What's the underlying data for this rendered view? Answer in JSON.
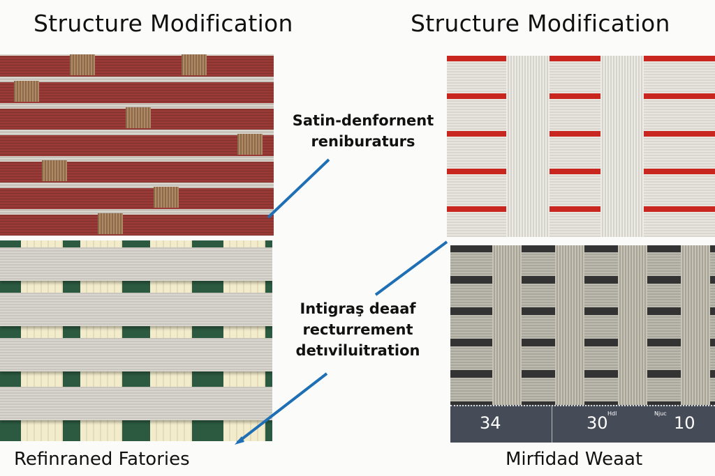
{
  "titles": {
    "left": "Structure Modification",
    "right": "Structure Modification"
  },
  "callouts": {
    "top": [
      "Satin-denfornent",
      "reniburaturs"
    ],
    "middle": [
      "Intigraş deaaf",
      "recturrement",
      "detıviluitration"
    ]
  },
  "ruler": {
    "v1": "34",
    "v2": "30",
    "v2_sup": "Hdl",
    "v3_pre": "Njuc",
    "v3": "10"
  },
  "labels": {
    "bottom_left": "Refinraned Fatories",
    "bottom_right": "Mirfidad Weaat"
  },
  "colors": {
    "arrow": "#1f6fb5"
  }
}
